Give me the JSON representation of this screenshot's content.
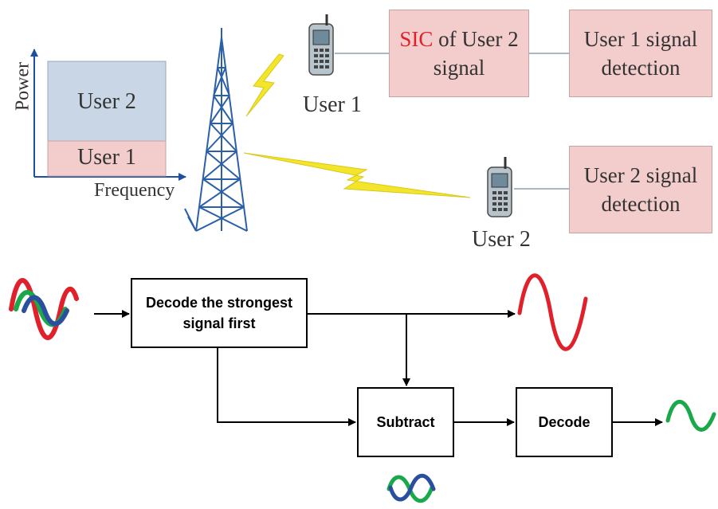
{
  "spectrum": {
    "axis_y_label": "Power",
    "axis_x_label": "Frequency",
    "block_top_label": "User 2",
    "block_bottom_label": "User 1"
  },
  "users": {
    "user1_label": "User 1",
    "user2_label": "User 2"
  },
  "pipeline_user1": {
    "sic_prefix": "SIC",
    "sic_rest_line1": " of User 2",
    "sic_line2": "signal",
    "detect_line1": "User 1 signal",
    "detect_line2": "detection"
  },
  "pipeline_user2": {
    "detect_line1": "User 2 signal",
    "detect_line2": "detection"
  },
  "flow": {
    "decode_strong_line1": "Decode the strongest",
    "decode_strong_line2": "signal first",
    "subtract_label": "Subtract",
    "decode_label": "Decode"
  },
  "colors": {
    "box_fill": "#f3cccc",
    "user2_block": "#c9d6e6",
    "user1_block": "#f3cccc",
    "tower": "#2b5fa8",
    "lightning": "#f2e52a",
    "wave_red": "#e0202a",
    "wave_green": "#19a84a",
    "wave_blue": "#2a4f9e",
    "sic_text": "#e0202a"
  },
  "icons": [
    "tower-icon",
    "phone-icon",
    "lightning-icon",
    "sine-wave-icon"
  ]
}
